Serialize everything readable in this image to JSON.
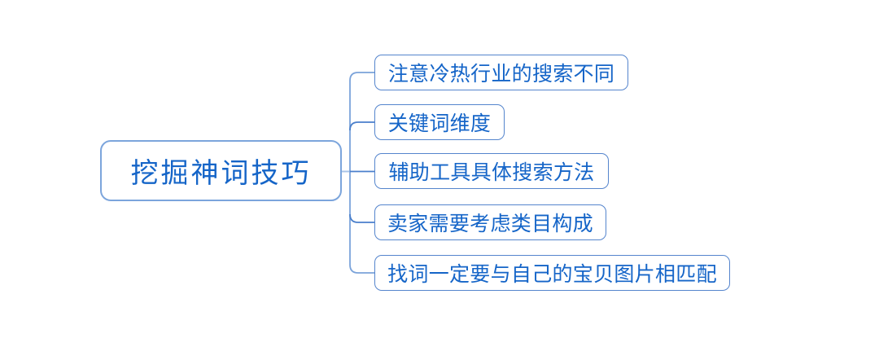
{
  "diagram": {
    "type": "mindmap",
    "root": {
      "label": "挖掘神词技巧"
    },
    "branches": [
      {
        "label": "注意冷热行业的搜索不同"
      },
      {
        "label": "关键词维度"
      },
      {
        "label": "辅助工具具体搜索方法"
      },
      {
        "label": "卖家需要考虑类目构成"
      },
      {
        "label": "找词一定要与自己的宝贝图片相匹配"
      }
    ]
  },
  "colors": {
    "background": "#ffffff",
    "node_text": "#1565c8",
    "root_border": "#7ca5dc",
    "branch_border": "#5585cd",
    "connector_main": "#a9c4e8",
    "connector_trunk": "#7ba3da",
    "connector_branch": "#4a7fcb"
  }
}
